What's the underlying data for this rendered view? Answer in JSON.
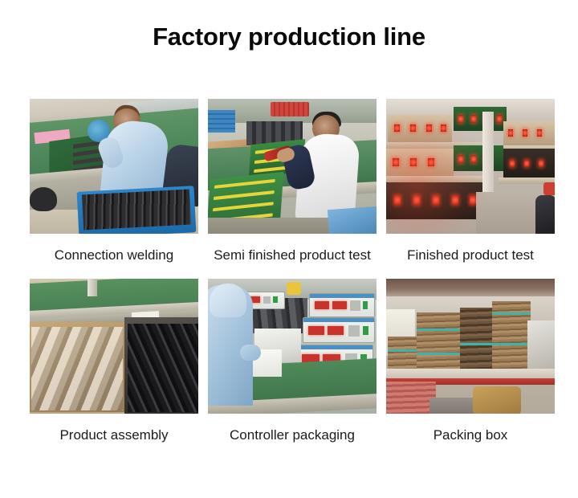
{
  "page": {
    "background_color": "#ffffff",
    "title": "Factory production line",
    "title_color": "#0a0a0a"
  },
  "gallery": {
    "rows": [
      {
        "cells": [
          {
            "caption": "Connection welding",
            "photo_name": "photo-connection-welding",
            "photo_description": "Worker in light blue shirt soldering circuit boards at a green antistatic workbench, blue crate of black components in front"
          },
          {
            "caption": "Semi finished product test",
            "photo_name": "photo-semi-finished-product-test",
            "photo_description": "Worker in white vest testing stacks of green PCB assemblies on a green workbench beside a cardboard carton"
          },
          {
            "caption": "Finished product test",
            "photo_name": "photo-finished-product-test",
            "photo_description": "Shelving racks of finished controller units under aging test, red LED displays glowing"
          }
        ]
      },
      {
        "cells": [
          {
            "caption": "Product assembly",
            "photo_name": "photo-product-assembly",
            "photo_description": "Cardboard boxes under a green workbench filled with bagged white parts and loose black components"
          },
          {
            "caption": "Controller packaging",
            "photo_name": "photo-controller-packaging",
            "photo_description": "Worker in blue coverall packing white controller units with red LED displays into foam and boxes"
          },
          {
            "caption": "Packing box",
            "photo_name": "photo-packing-box",
            "photo_description": "Flat cardboard cartons bundled with teal straps stacked on a warehouse shelf above a red-edged counter"
          }
        ]
      }
    ]
  }
}
